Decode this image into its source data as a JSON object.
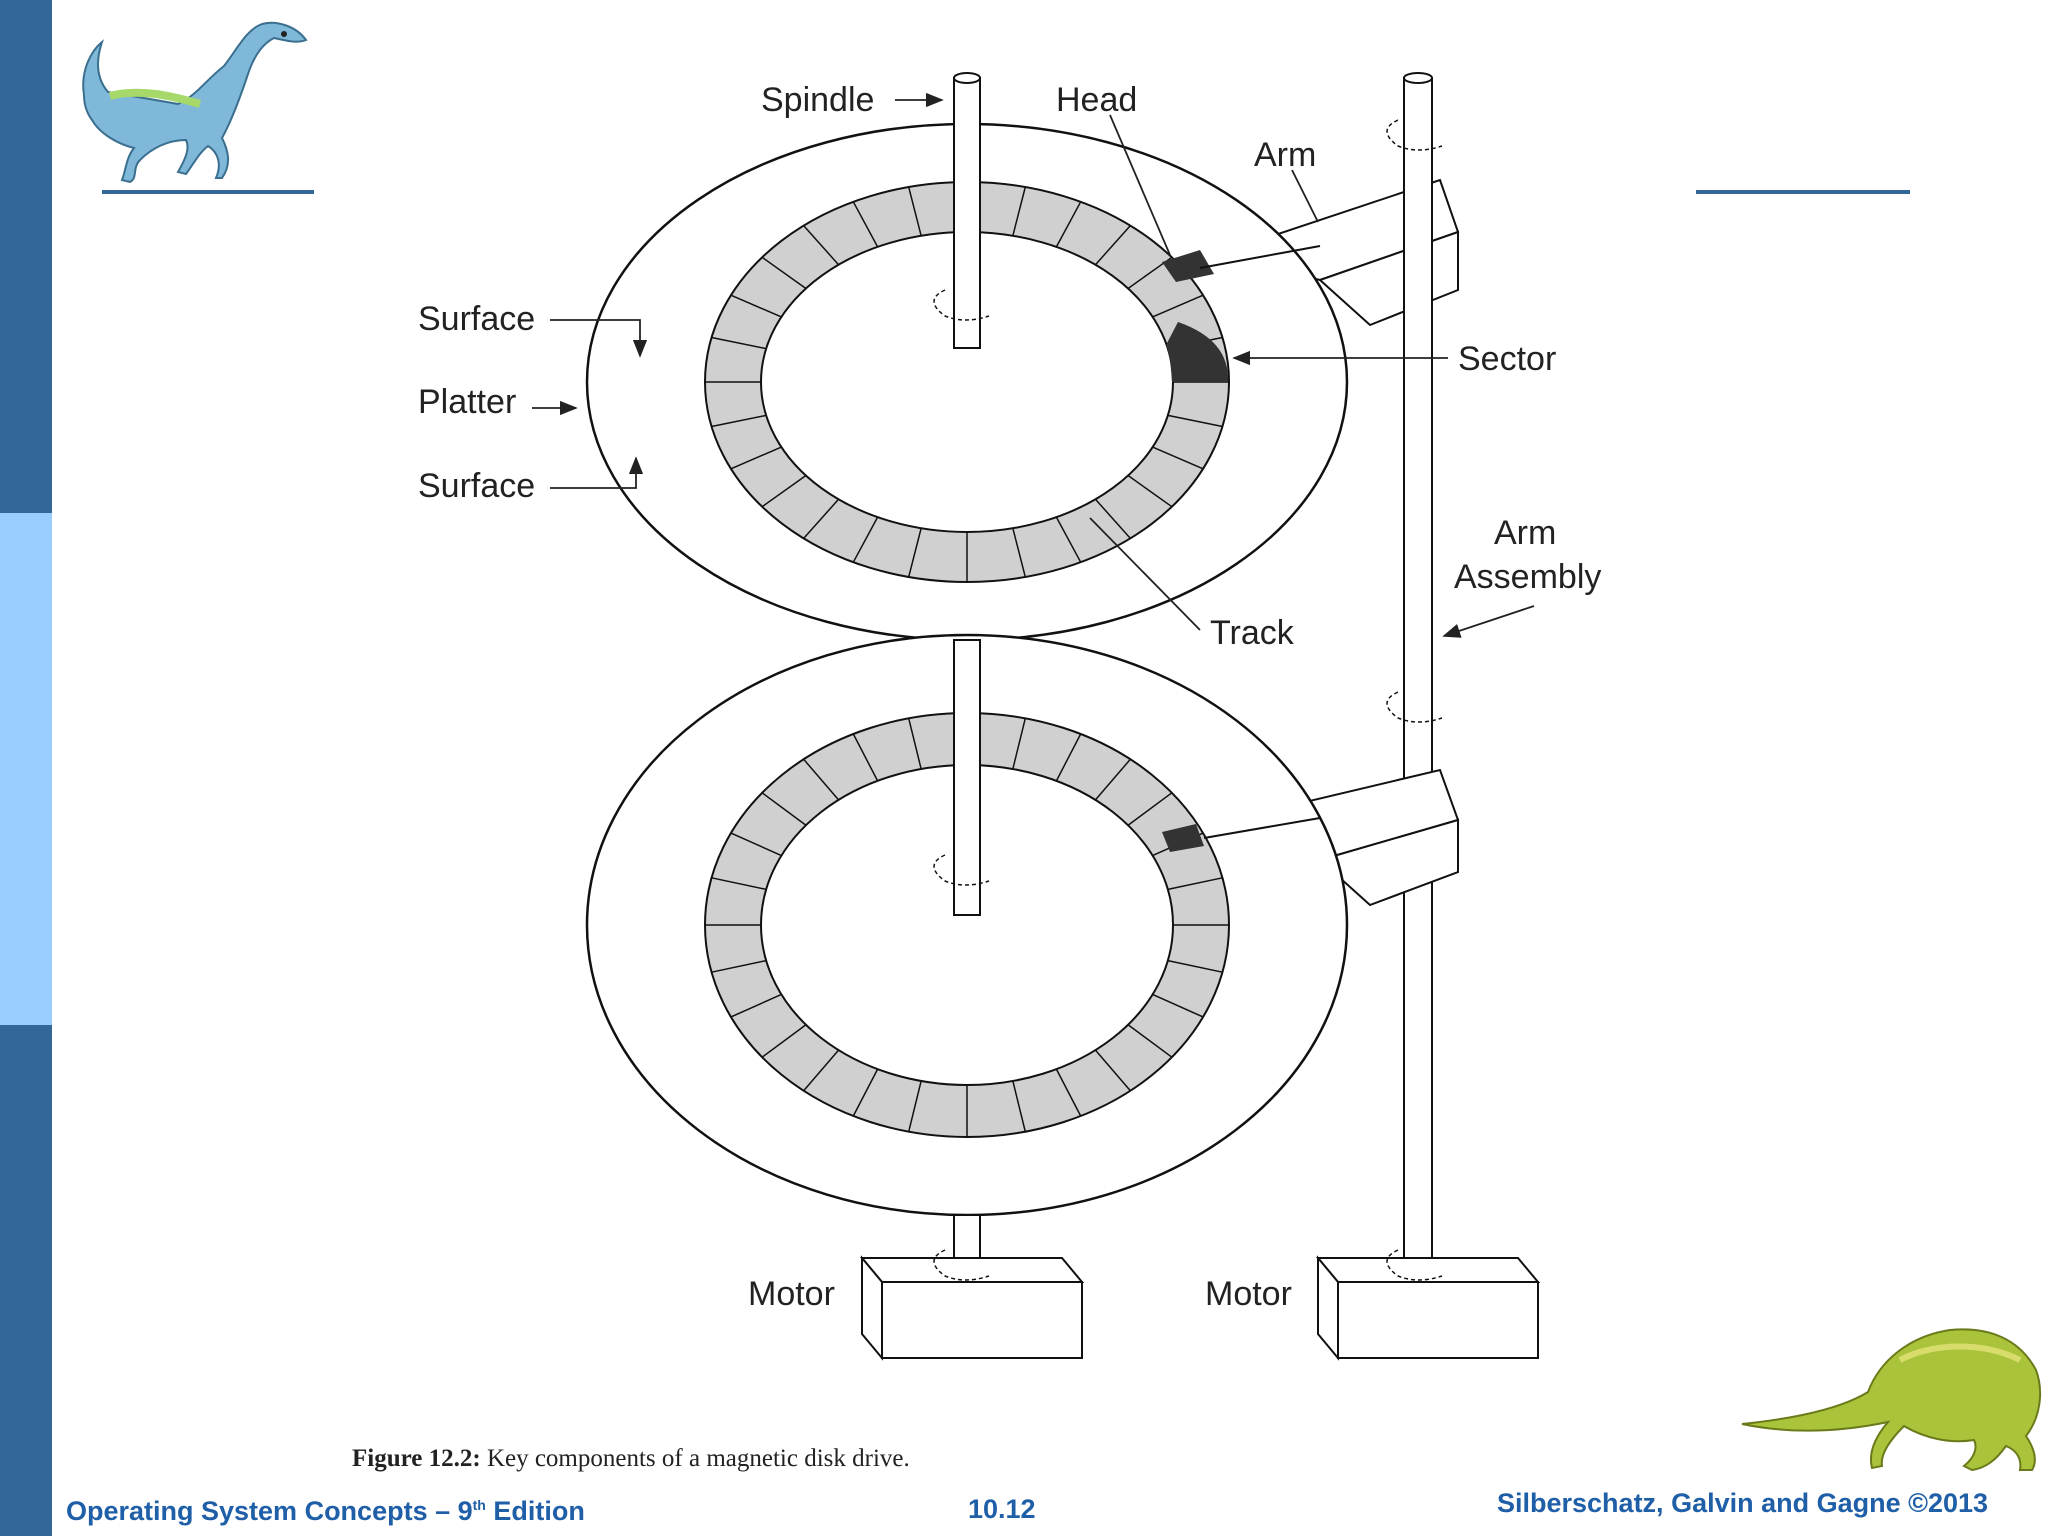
{
  "labels": {
    "spindle": "Spindle",
    "head": "Head",
    "arm": "Arm",
    "surface_top": "Surface",
    "platter": "Platter",
    "surface_bottom": "Surface",
    "sector": "Sector",
    "arm_assembly_line1": "Arm",
    "arm_assembly_line2": "Assembly",
    "track": "Track",
    "motor_left": "Motor",
    "motor_right": "Motor"
  },
  "caption": {
    "figure": "Figure 12.2:",
    "text": "Key components of a magnetic disk drive."
  },
  "footer": {
    "left_text": "Operating System Concepts – 9",
    "left_sup": "th",
    "left_suffix": " Edition",
    "page": "10.12",
    "right": "Silberschatz, Galvin and Gagne ©2013"
  },
  "colors": {
    "sidebar_dark": "#336699",
    "sidebar_light": "#99ccff",
    "footer_text": "#1f5fa8",
    "track_fill": "#d0d0d0",
    "sector_fill": "#333333"
  },
  "icons": {
    "top_left": "dinosaur-icon",
    "bottom_right": "dinosaur-icon"
  }
}
